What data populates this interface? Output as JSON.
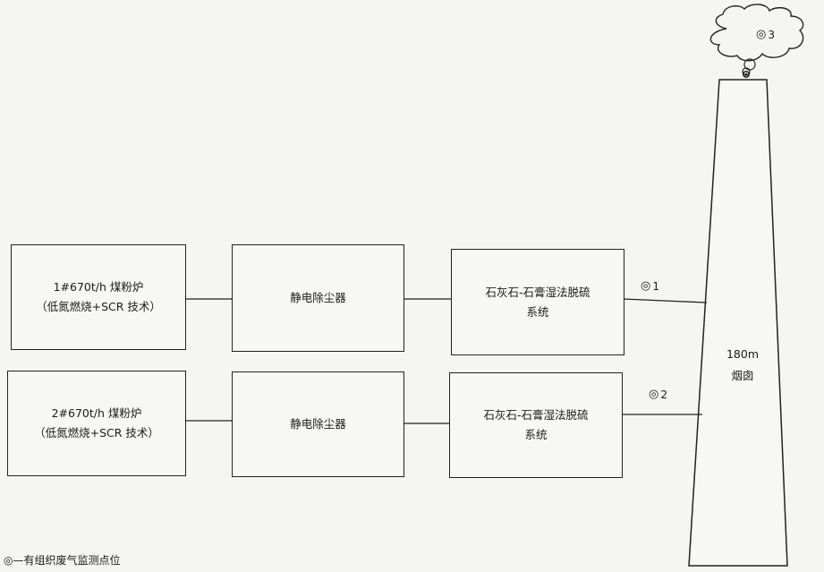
{
  "boilers": [
    {
      "line1": "1#670t/h 煤粉炉",
      "line2": "（低氮燃烧+SCR 技术）"
    },
    {
      "line1": "2#670t/h 煤粉炉",
      "line2": "（低氮燃烧+SCR 技术）"
    }
  ],
  "precipitators": [
    {
      "label": "静电除尘器"
    },
    {
      "label": "静电除尘器"
    }
  ],
  "desulfurization": [
    {
      "line1": "石灰石-石膏湿法脱硫",
      "line2": "系统"
    },
    {
      "line1": "石灰石-石膏湿法脱硫",
      "line2": "系统"
    }
  ],
  "monitoring_points": [
    {
      "marker": "◎",
      "number": "1"
    },
    {
      "marker": "◎",
      "number": "2"
    },
    {
      "marker": "◎",
      "number": "3"
    }
  ],
  "chimney": {
    "height": "180m",
    "name": "烟囱"
  },
  "legend": {
    "text": "◎—有组织废气监测点位"
  }
}
